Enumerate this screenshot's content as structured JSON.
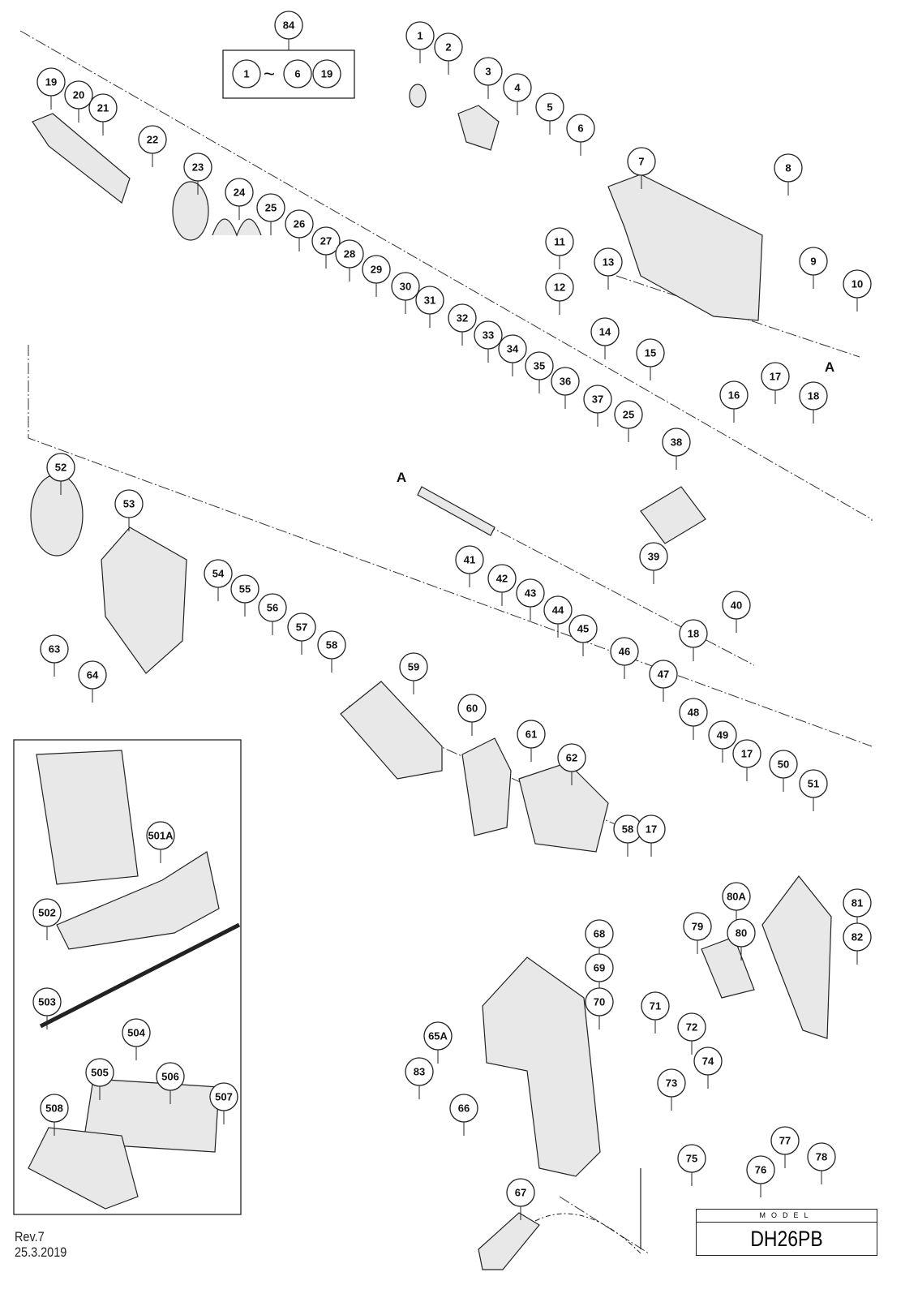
{
  "set_group": {
    "label": "84",
    "members": [
      "1",
      "6",
      "19"
    ],
    "range_symbol": "~"
  },
  "callouts": [
    "1",
    "2",
    "3",
    "4",
    "5",
    "6",
    "7",
    "8",
    "9",
    "10",
    "11",
    "12",
    "13",
    "14",
    "15",
    "16",
    "17",
    "18",
    "19",
    "20",
    "21",
    "22",
    "23",
    "24",
    "25",
    "26",
    "27",
    "28",
    "29",
    "30",
    "31",
    "32",
    "33",
    "34",
    "35",
    "36",
    "37",
    "25",
    "38",
    "39",
    "40",
    "41",
    "42",
    "43",
    "44",
    "45",
    "46",
    "47",
    "18",
    "48",
    "49",
    "17",
    "50",
    "51",
    "52",
    "53",
    "54",
    "55",
    "56",
    "57",
    "58",
    "63",
    "64",
    "59",
    "60",
    "61",
    "62",
    "58",
    "17",
    "501A",
    "502",
    "503",
    "504",
    "505",
    "506",
    "507",
    "508",
    "79",
    "80A",
    "80",
    "81",
    "82",
    "68",
    "69",
    "70",
    "71",
    "72",
    "65A",
    "83",
    "66",
    "73",
    "74",
    "75",
    "76",
    "77",
    "78",
    "67"
  ],
  "connection_markers": [
    "A",
    "A"
  ],
  "footer": {
    "revision": "Rev.7",
    "date": "25.3.2019"
  },
  "model": {
    "header": "MODEL",
    "name": "DH26PB"
  }
}
